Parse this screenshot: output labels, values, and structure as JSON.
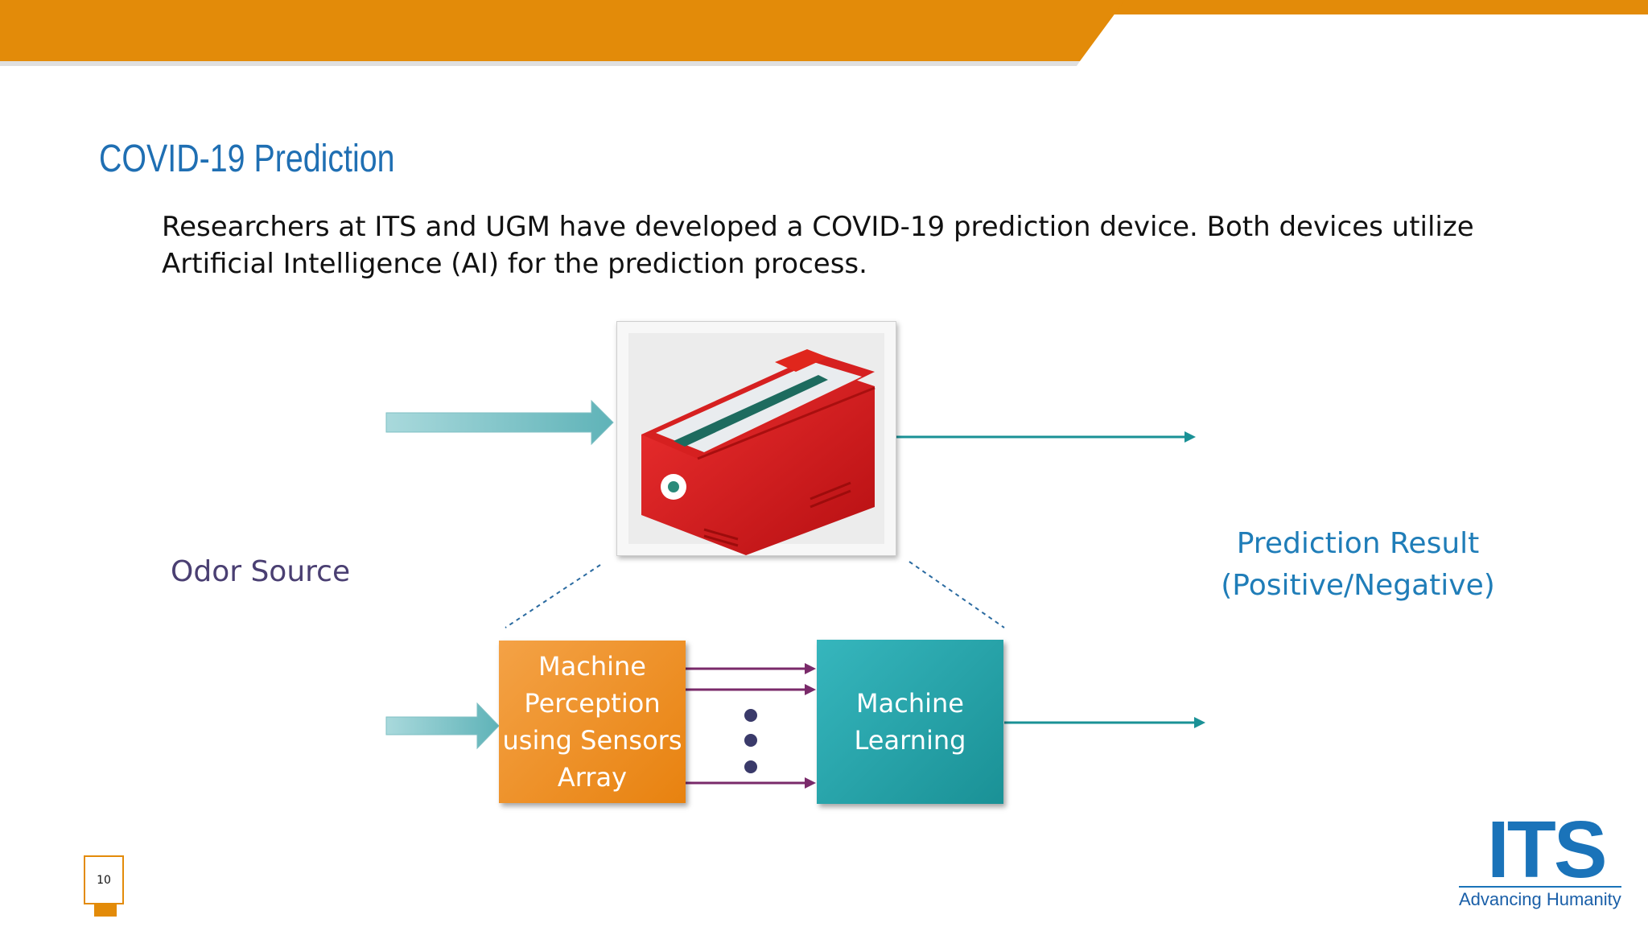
{
  "slide": {
    "title": "COVID-19 Prediction",
    "body": "Researchers at ITS and UGM have developed a COVID-19 prediction device. Both devices utilize Artificial Intelligence (AI) for the prediction process.",
    "page_number": "10"
  },
  "diagram": {
    "input_label": "Odor Source",
    "output_label_line1": "Prediction Result",
    "output_label_line2": "(Positive/Negative)",
    "box_perception": "Machine Perception using Sensors Array",
    "box_learning": "Machine Learning",
    "device_image": "red COVID-19 test device with touchscreen"
  },
  "logo": {
    "name": "ITS",
    "tagline": "Advancing Humanity"
  },
  "colors": {
    "header_orange": "#e38b09",
    "title_blue": "#1f6fb3",
    "teal": "#1a9196",
    "orange_box": "#e8820f",
    "purple_arrow": "#7a2a6a"
  }
}
